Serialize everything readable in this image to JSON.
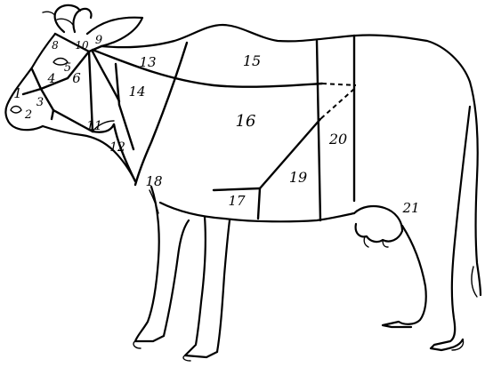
{
  "regions": [
    {
      "id": "1",
      "label": "1"
    },
    {
      "id": "2",
      "label": "2"
    },
    {
      "id": "3",
      "label": "3"
    },
    {
      "id": "4",
      "label": "4"
    },
    {
      "id": "5",
      "label": "5"
    },
    {
      "id": "6",
      "label": "6"
    },
    {
      "id": "8",
      "label": "8"
    },
    {
      "id": "9",
      "label": "9"
    },
    {
      "id": "10",
      "label": "10"
    },
    {
      "id": "11",
      "label": "11"
    },
    {
      "id": "12",
      "label": "12"
    },
    {
      "id": "13",
      "label": "13"
    },
    {
      "id": "14",
      "label": "14"
    },
    {
      "id": "15",
      "label": "15"
    },
    {
      "id": "16",
      "label": "16"
    },
    {
      "id": "17",
      "label": "17"
    },
    {
      "id": "18",
      "label": "18"
    },
    {
      "id": "19",
      "label": "19"
    },
    {
      "id": "20",
      "label": "20"
    },
    {
      "id": "21",
      "label": "21"
    }
  ]
}
